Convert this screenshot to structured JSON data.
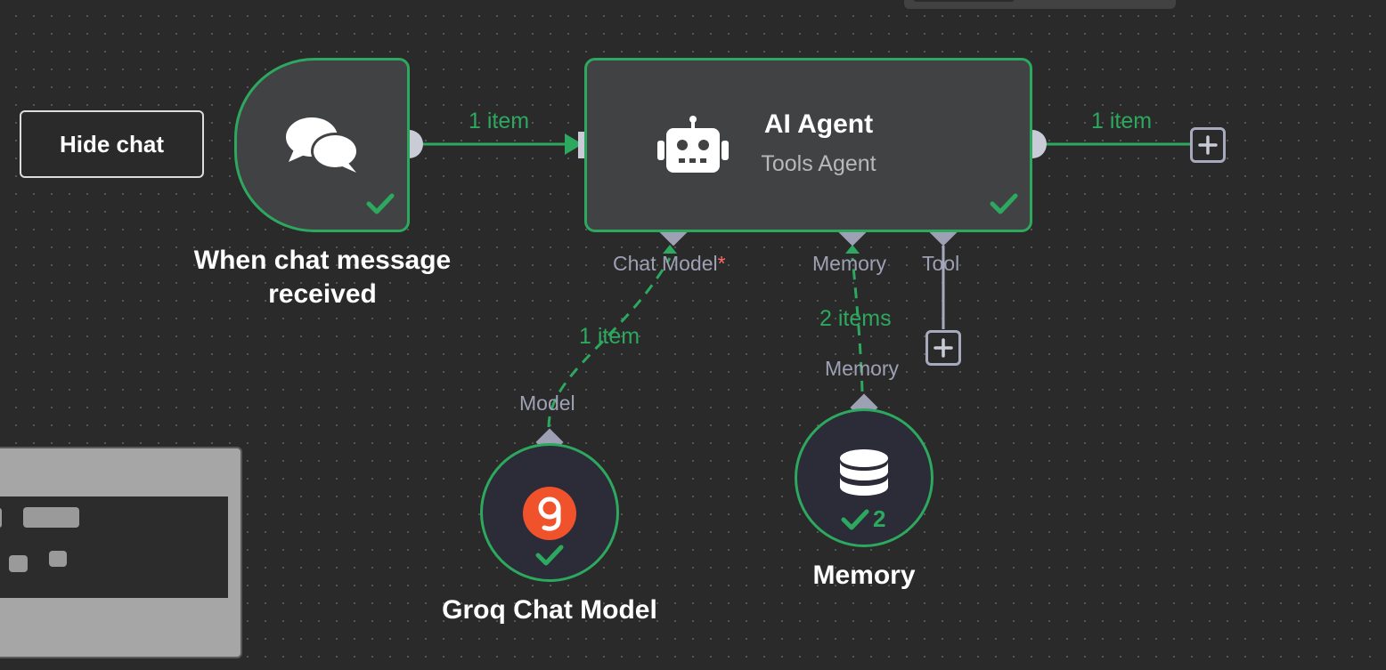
{
  "toolbar": {
    "hide_chat_label": "Hide chat"
  },
  "nodes": {
    "trigger": {
      "label": "When chat message received",
      "icon": "chat-bubbles-icon",
      "status": "success"
    },
    "agent": {
      "title": "AI Agent",
      "subtitle": "Tools Agent",
      "icon": "robot-icon",
      "status": "success",
      "ports": {
        "chat_model": "Chat Model",
        "required_mark": "*",
        "memory": "Memory",
        "tool": "Tool"
      }
    },
    "groq": {
      "label": "Groq Chat Model",
      "icon": "groq-logo-icon",
      "port": "Model",
      "status": "success"
    },
    "memory": {
      "label": "Memory",
      "icon": "database-icon",
      "port": "Memory",
      "status": "success",
      "run_count": "2"
    }
  },
  "edges": {
    "trigger_to_agent": "1 item",
    "agent_output": "1 item",
    "groq_to_agent": "1 item",
    "memory_to_agent": "2 items"
  },
  "colors": {
    "canvas": "#2a2a2a",
    "success": "#2da85f",
    "node_bg": "#414244",
    "port": "#9ea0b4",
    "required": "#ff6b6b",
    "groq": "#f0522c"
  }
}
